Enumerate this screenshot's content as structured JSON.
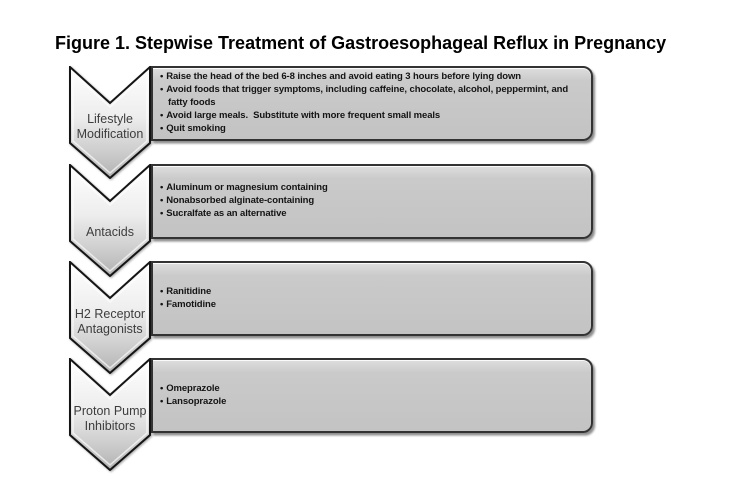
{
  "title": "Figure 1. Stepwise Treatment of Gastroesophageal Reflux in Pregnancy",
  "bullet_char": "•",
  "colors": {
    "background": "#ffffff",
    "title_text": "#000000",
    "chevron_border": "#151515",
    "chevron_fill_top": "#ffffff",
    "chevron_fill_bottom": "#b1b1b1",
    "chevron_label_text": "#3d3d3d",
    "box_border": "#333333",
    "box_fill_top": "#dedede",
    "box_fill_bottom": "#c3c3c3",
    "bullet_text": "#141414"
  },
  "steps": [
    {
      "label": "Lifestyle Modification",
      "bullets": [
        "Raise the head of the bed 6-8 inches and avoid eating 3 hours before lying down",
        "Avoid foods that trigger symptoms, including caffeine, chocolate, alcohol, peppermint, and fatty foods",
        "Avoid large meals.  Substitute with more frequent small meals",
        "Quit smoking"
      ]
    },
    {
      "label": "Antacids",
      "bullets": [
        "Aluminum or magnesium containing",
        "Nonabsorbed alginate-containing",
        "Sucralfate as an alternative"
      ]
    },
    {
      "label": "H2 Receptor Antagonists",
      "bullets": [
        "Ranitidine",
        "Famotidine"
      ]
    },
    {
      "label": "Proton Pump Inhibitors",
      "bullets": [
        "Omeprazole",
        "Lansoprazole"
      ]
    }
  ]
}
